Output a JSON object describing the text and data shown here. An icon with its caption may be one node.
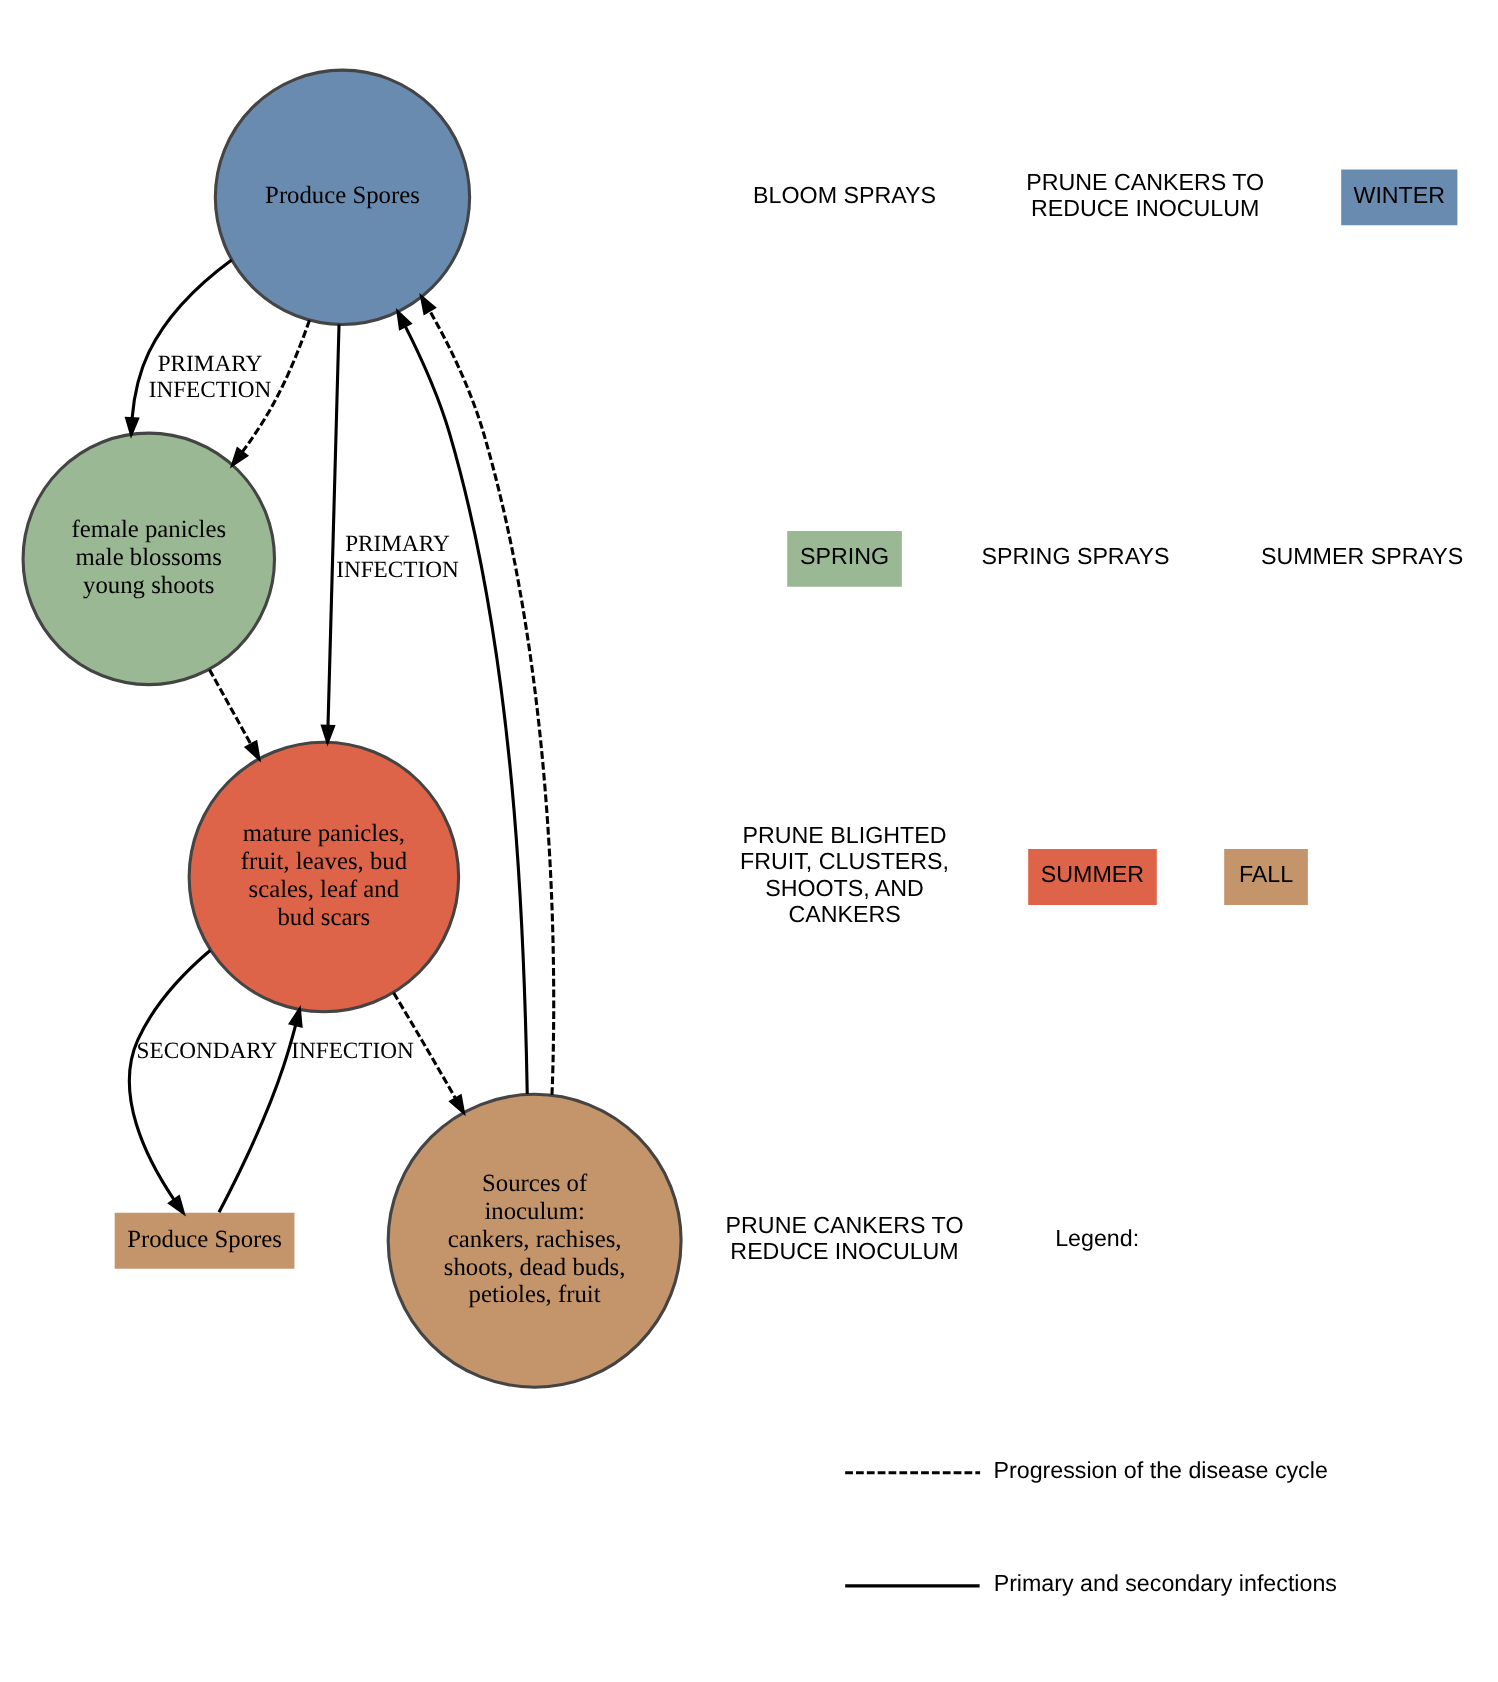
{
  "diagram": {
    "nodes": [
      {
        "text": [
          "Produce Spores"
        ]
      },
      {
        "text": [
          "female panicles male blossoms young shoots"
        ]
      },
      {
        "text": [
          "Sources of inoculum:",
          "cankers, rachises, shoots, dead buds, petioles, fruit"
        ]
      },
      {
        "text": [
          "mature panicles, fruit, leaves, bud scales, leaf and bud scars"
        ]
      },
      {
        "text": [
          "Produce Spores"
        ]
      }
    ],
    "edges": [
      {
        "from": 2,
        "to": 0,
        "arrow": "to"
      },
      {
        "from": 0,
        "to": 1,
        "arrow": "to",
        "label": "PRIMARY INFECTION"
      },
      {
        "from": 0,
        "to": 3,
        "arrow": "to",
        "label": "PRIMARY INFECTION"
      },
      {
        "from": 4,
        "to": 3,
        "arrow": "to",
        "label": "INFECTION"
      },
      {
        "from": 3,
        "to": 4,
        "arrow": "to",
        "label": "SECONDARY"
      },
      {
        "from": 2,
        "to": 0,
        "arrow": "to",
        "style": "dashed"
      },
      {
        "from": 0,
        "to": 1,
        "arrow": "to",
        "style": "dashed"
      },
      {
        "from": 1,
        "to": 3,
        "arrow": "to",
        "style": "dashed"
      },
      {
        "from": 3,
        "to": 2,
        "arrow": "to",
        "style": "dashed"
      }
    ],
    "labels": [
      "BLOOM SPRAYS",
      "PRUNE CANKERS TO REDUCE INOCULUM",
      "WINTER",
      "SPRING",
      "SPRING SPRAYS",
      "SUMMER SPRAYS",
      "PRUNE BLIGHTED FRUIT, CLUSTERS, SHOOTS, AND CANKERS",
      "SUMMER",
      "FALL",
      "PRUNE CANKERS TO REDUCE INOCULUM",
      "Legend:"
    ],
    "legend": [
      {
        "text": "Progression of the disease cycle"
      },
      {
        "text": "Primary and secondary infections"
      }
    ]
  }
}
